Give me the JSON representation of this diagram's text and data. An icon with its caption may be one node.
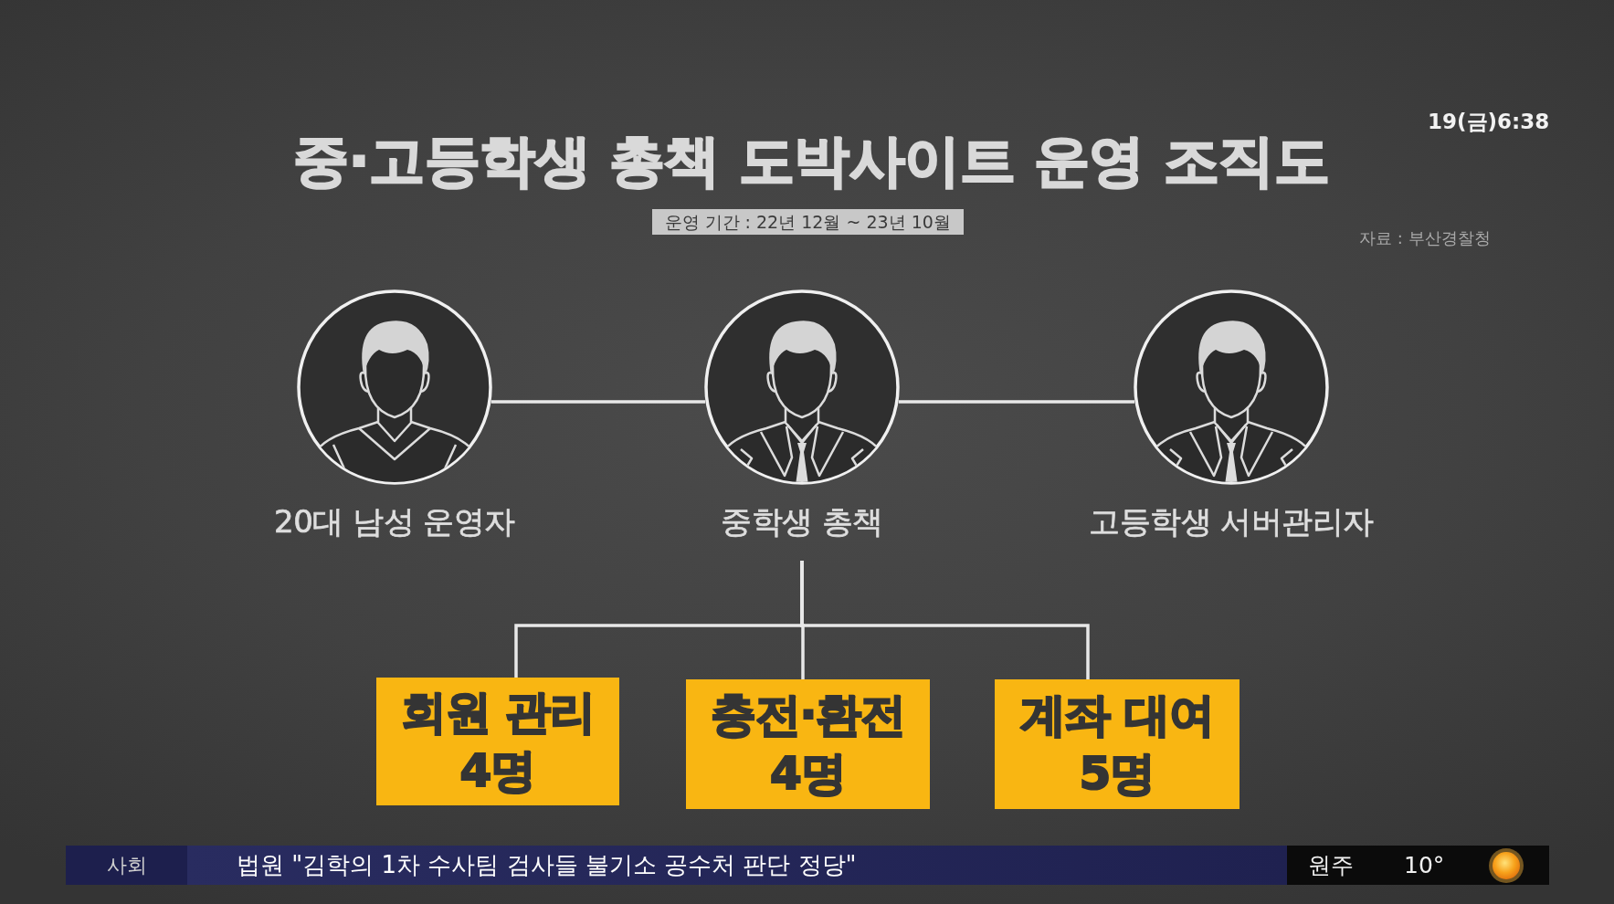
{
  "diagram": {
    "title": "중·고등학생 총책 도박사이트 운영 조직도",
    "nodes": [
      {
        "text": [
          "20대 남성 운영자"
        ]
      },
      {
        "text": [
          "중학생 총책"
        ]
      },
      {
        "text": [
          "고등학생 서버관리자"
        ]
      },
      {
        "text": [
          "회원 관리",
          "4명"
        ]
      },
      {
        "text": [
          "충전·환전",
          "4명"
        ]
      },
      {
        "text": [
          "계좌 대여",
          "5명"
        ]
      }
    ],
    "edges": [
      {
        "from": 0,
        "to": 1,
        "arrow": "none"
      },
      {
        "from": 1,
        "to": 2,
        "arrow": "none"
      },
      {
        "from": 1,
        "to": 3,
        "arrow": "none"
      },
      {
        "from": 1,
        "to": 4,
        "arrow": "none"
      },
      {
        "from": 1,
        "to": 5,
        "arrow": "none"
      }
    ],
    "labels": [
      "19(금)6:38",
      "운영 기간 : 22년 12월 ~ 23년 10월",
      "자료 : 부산경찰청",
      "사회",
      "법원 \"김학의 1차 수사팀 검사들 불기소 공수처 판단 정당\"",
      "원주",
      "10°"
    ]
  }
}
